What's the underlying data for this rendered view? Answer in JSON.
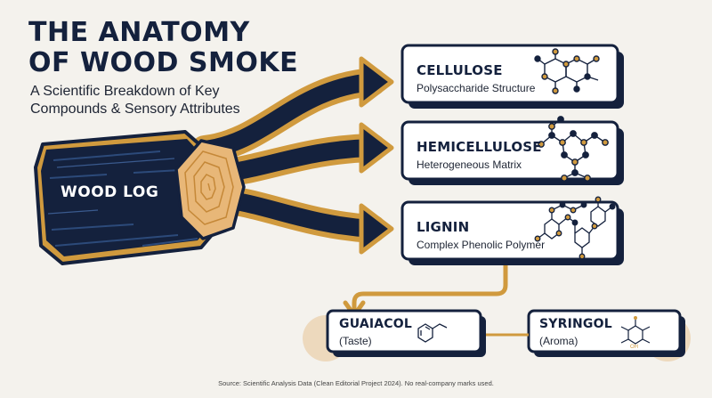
{
  "title": {
    "line1": "THE ANATOMY",
    "line2": "OF WOOD SMOKE"
  },
  "subtitle": {
    "line1": "A Scientific Breakdown of Key",
    "line2": "Compounds & Sensory Attributes"
  },
  "log": {
    "label": "WOOD LOG"
  },
  "compounds": [
    {
      "title": "CELLULOSE",
      "subtitle": "Polysaccharide Structure"
    },
    {
      "title": "HEMICELLULOSE",
      "subtitle": "Heterogeneous Matrix"
    },
    {
      "title": "LIGNIN",
      "subtitle": "Complex Phenolic Polymer"
    }
  ],
  "derivatives": [
    {
      "title": "GUAIACOL",
      "subtitle": "(Taste)"
    },
    {
      "title": "SYRINGOL",
      "subtitle": "(Aroma)",
      "atom_label": "OH"
    }
  ],
  "source": "Source: Scientific Analysis Data (Clean Editorial Project 2024). No real-company marks used.",
  "colors": {
    "navy": "#14213d",
    "gold": "#d09a3e",
    "background": "#f4f2ed",
    "wood": "#e8b778"
  }
}
